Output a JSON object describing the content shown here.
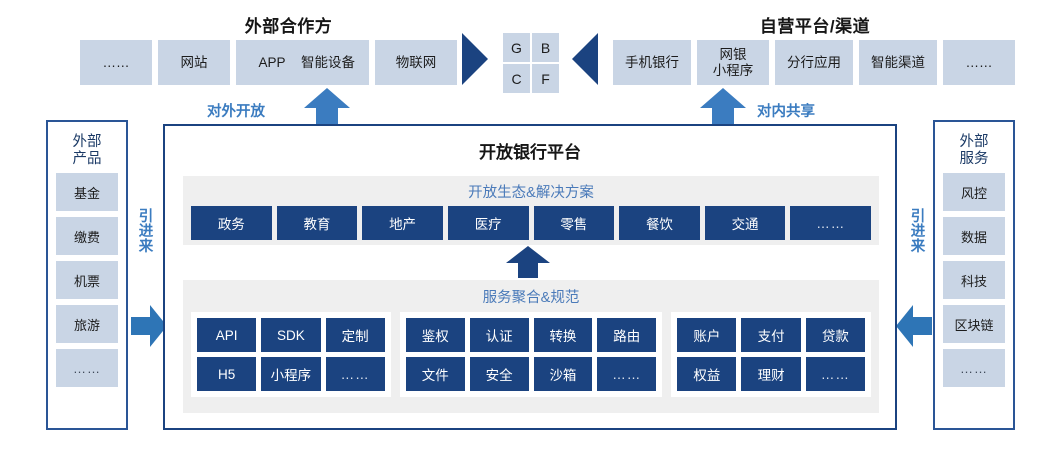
{
  "colors": {
    "navy": "#1b4380",
    "light_blue": "#c9d5e5",
    "accent_blue": "#3b7cc0",
    "caption_blue": "#4a7ab9",
    "panel_gray": "#efefef"
  },
  "top_left": {
    "title": "外部合作方",
    "chips": [
      "……",
      "网站",
      "APP",
      "智能设备",
      "物联网"
    ],
    "flow_label": "对外开放"
  },
  "center_grid": {
    "cells": [
      "G",
      "B",
      "C",
      "F"
    ]
  },
  "top_right": {
    "title": "自营平台/渠道",
    "chips": [
      "手机银行",
      "网银\n小程序",
      "分行应用",
      "智能渠道",
      "……"
    ],
    "flow_label": "对内共享"
  },
  "left_panel": {
    "title": "外部\n产品",
    "items": [
      "基金",
      "缴费",
      "机票",
      "旅游",
      "……"
    ],
    "flow_label": "引进来"
  },
  "right_panel": {
    "title": "外部\n服务",
    "items": [
      "风控",
      "数据",
      "科技",
      "区块链",
      "……"
    ],
    "flow_label": "引进来"
  },
  "platform": {
    "title": "开放银行平台",
    "ecosystem": {
      "caption": "开放生态&解决方案",
      "tiles": [
        "政务",
        "教育",
        "地产",
        "医疗",
        "零售",
        "餐饮",
        "交通",
        "……"
      ]
    },
    "services": {
      "caption": "服务聚合&规范",
      "groups": [
        {
          "row1": [
            "API",
            "SDK",
            "定制"
          ],
          "row2": [
            "H5",
            "小程序",
            "……"
          ]
        },
        {
          "row1": [
            "鉴权",
            "认证",
            "转换",
            "路由"
          ],
          "row2": [
            "文件",
            "安全",
            "沙箱",
            "……"
          ]
        },
        {
          "row1": [
            "账户",
            "支付",
            "贷款"
          ],
          "row2": [
            "权益",
            "理财",
            "……"
          ]
        }
      ]
    }
  }
}
